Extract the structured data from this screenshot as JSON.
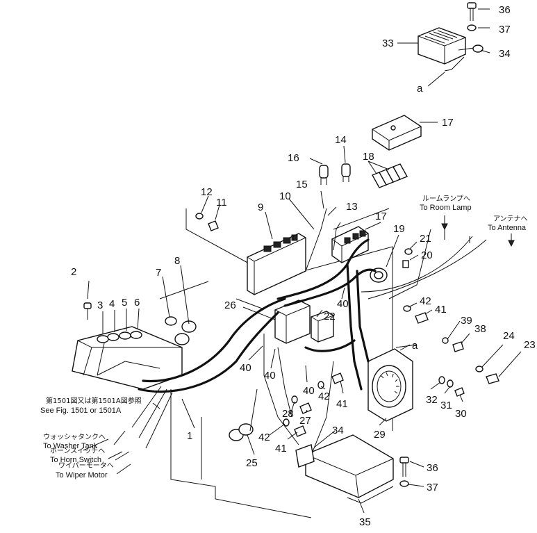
{
  "callouts": {
    "c1": "1",
    "c2": "2",
    "c3": "3",
    "c4": "4",
    "c5": "5",
    "c6": "6",
    "c7": "7",
    "c8": "8",
    "c9": "9",
    "c10": "10",
    "c11": "11",
    "c12": "12",
    "c13": "13",
    "c14": "14",
    "c15": "15",
    "c16": "16",
    "c17a": "17",
    "c17b": "17",
    "c18": "18",
    "c19": "19",
    "c20": "20",
    "c21": "21",
    "c22": "22",
    "c23": "23",
    "c24": "24",
    "c25": "25",
    "c26": "26",
    "c27": "27",
    "c28": "28",
    "c29": "29",
    "c30": "30",
    "c31": "31",
    "c32": "32",
    "c33": "33",
    "c34a": "34",
    "c34b": "34",
    "c35": "35",
    "c36a": "36",
    "c36b": "36",
    "c37a": "37",
    "c37b": "37",
    "c38": "38",
    "c39": "39",
    "c40a": "40",
    "c40b": "40",
    "c40c": "40",
    "c40d": "40",
    "c41a": "41",
    "c41b": "41",
    "c41c": "41",
    "c42a": "42",
    "c42b": "42",
    "c42c": "42",
    "ca1": "a",
    "ca2": "a"
  },
  "notes": {
    "room_lamp_jp": "ルームランプへ",
    "room_lamp_en": "To Room Lamp",
    "antenna_jp": "アンテナへ",
    "antenna_en": "To Antenna",
    "fig_ref_jp": "第1501図又は第1501A図参照",
    "fig_ref_en": "See Fig. 1501 or 1501A",
    "washer_jp": "ウォッシャタンクへ",
    "washer_en": "To Washer Tank",
    "horn_jp": "ホーンスイッチへ",
    "horn_en": "To Horn Switch",
    "wiper_jp": "ワイパーモータへ",
    "wiper_en": "To Wiper Motor"
  }
}
